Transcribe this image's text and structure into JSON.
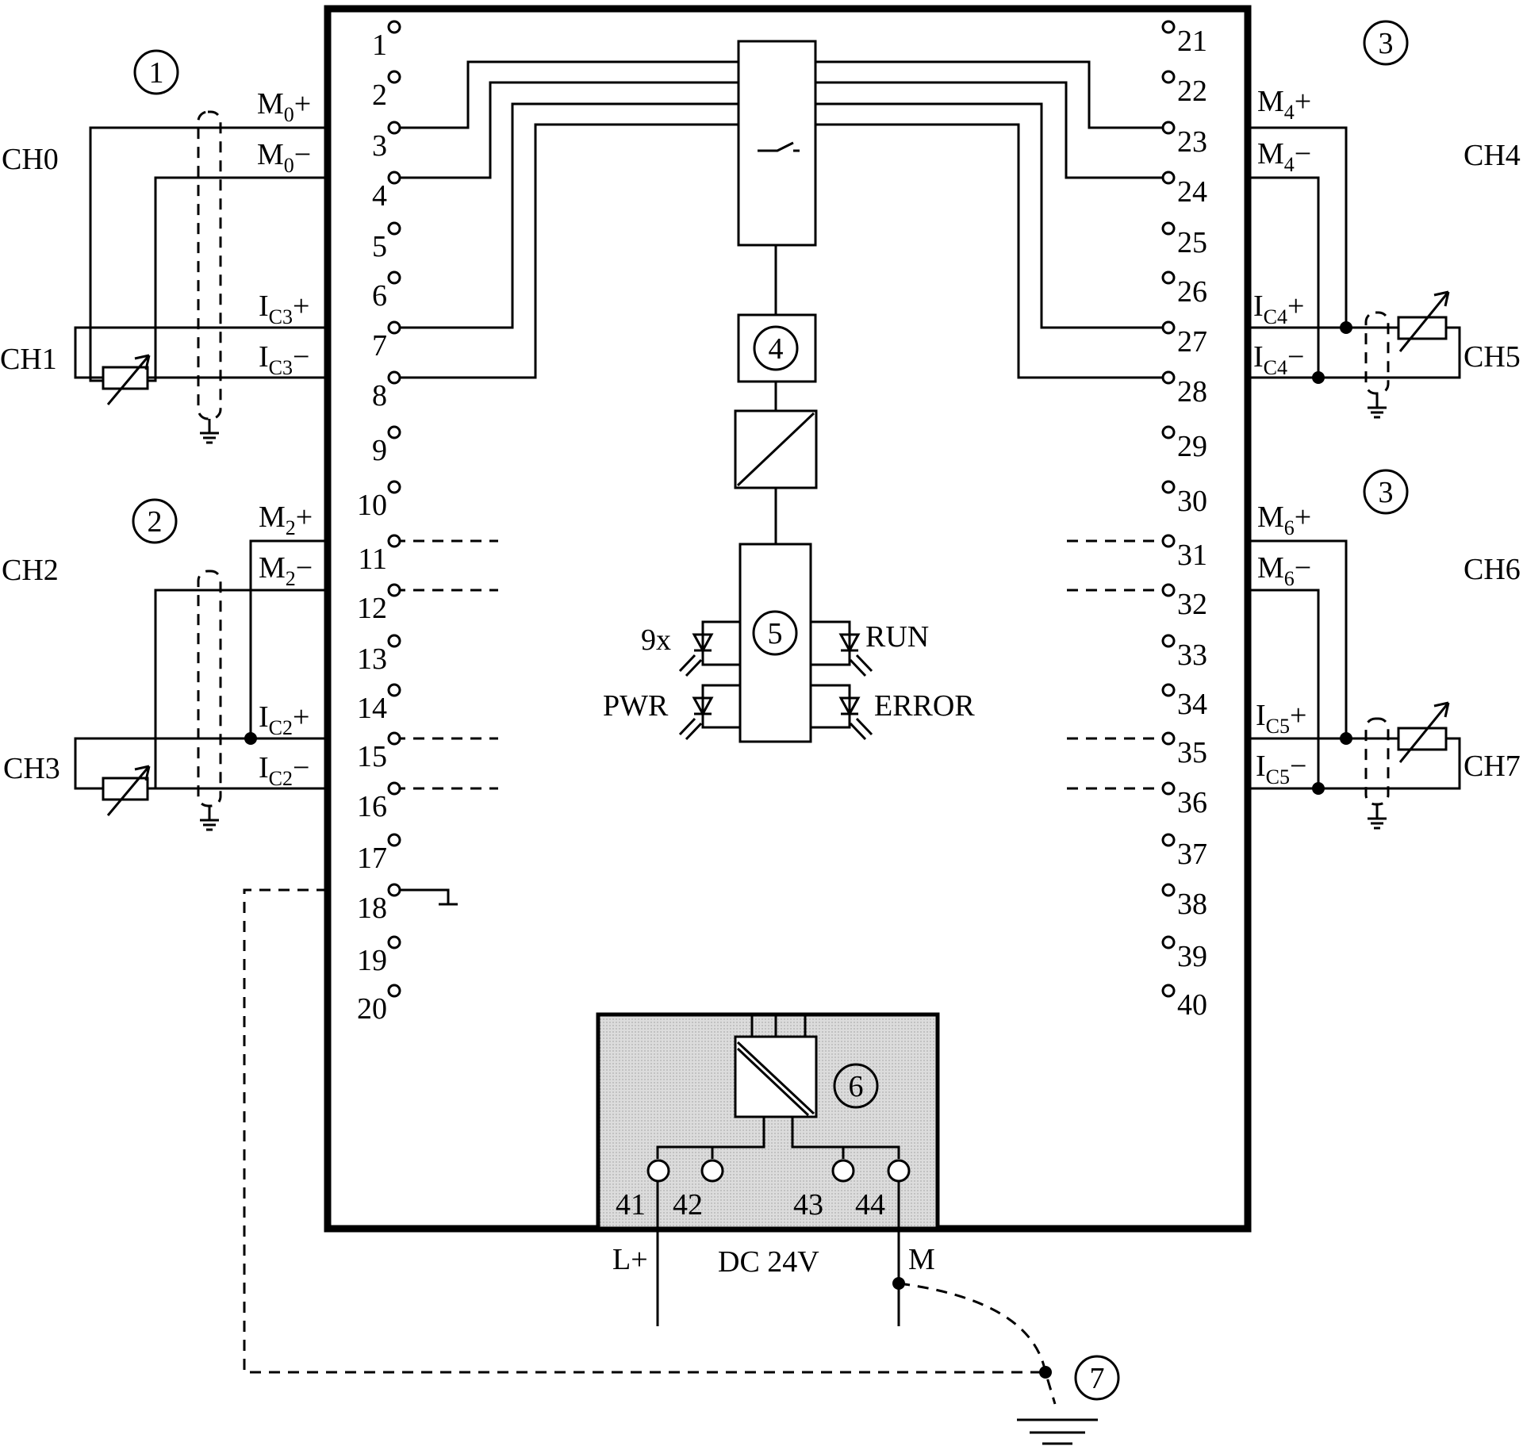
{
  "left_pins": [
    "1",
    "2",
    "3",
    "4",
    "5",
    "6",
    "7",
    "8",
    "9",
    "10",
    "11",
    "12",
    "13",
    "14",
    "15",
    "16",
    "17",
    "18",
    "19",
    "20"
  ],
  "right_pins": [
    "21",
    "22",
    "23",
    "24",
    "25",
    "26",
    "27",
    "28",
    "29",
    "30",
    "31",
    "32",
    "33",
    "34",
    "35",
    "36",
    "37",
    "38",
    "39",
    "40"
  ],
  "channels": {
    "ch0": "CH0",
    "ch1": "CH1",
    "ch2": "CH2",
    "ch3": "CH3",
    "ch4": "CH4",
    "ch5": "CH5",
    "ch6": "CH6",
    "ch7": "CH7"
  },
  "signals": {
    "m0p": {
      "base": "M",
      "sub": "0",
      "suf": "+"
    },
    "m0m": {
      "base": "M",
      "sub": "0",
      "suf": "−"
    },
    "ic3p": {
      "base": "I",
      "sub": "C3",
      "suf": "+"
    },
    "ic3m": {
      "base": "I",
      "sub": "C3",
      "suf": "−"
    },
    "m2p": {
      "base": "M",
      "sub": "2",
      "suf": "+"
    },
    "m2m": {
      "base": "M",
      "sub": "2",
      "suf": "−"
    },
    "ic2p": {
      "base": "I",
      "sub": "C2",
      "suf": "+"
    },
    "ic2m": {
      "base": "I",
      "sub": "C2",
      "suf": "−"
    },
    "m4p": {
      "base": "M",
      "sub": "4",
      "suf": "+"
    },
    "m4m": {
      "base": "M",
      "sub": "4",
      "suf": "−"
    },
    "ic4p": {
      "base": "I",
      "sub": "C4",
      "suf": "+"
    },
    "ic4m": {
      "base": "I",
      "sub": "C4",
      "suf": "−"
    },
    "m6p": {
      "base": "M",
      "sub": "6",
      "suf": "+"
    },
    "m6m": {
      "base": "M",
      "sub": "6",
      "suf": "−"
    },
    "ic5p": {
      "base": "I",
      "sub": "C5",
      "suf": "+"
    },
    "ic5m": {
      "base": "I",
      "sub": "C5",
      "suf": "−"
    }
  },
  "markers": {
    "m1": "1",
    "m2": "2",
    "m3a": "3",
    "m3b": "3",
    "m4": "4",
    "m5": "5",
    "m6": "6",
    "m7": "7"
  },
  "leds": {
    "nine": "9x",
    "run": "RUN",
    "pwr": "PWR",
    "error": "ERROR"
  },
  "power": {
    "t41": "41",
    "t42": "42",
    "t43": "43",
    "t44": "44",
    "lplus": "L+",
    "dc": "DC 24V",
    "m": "M"
  }
}
